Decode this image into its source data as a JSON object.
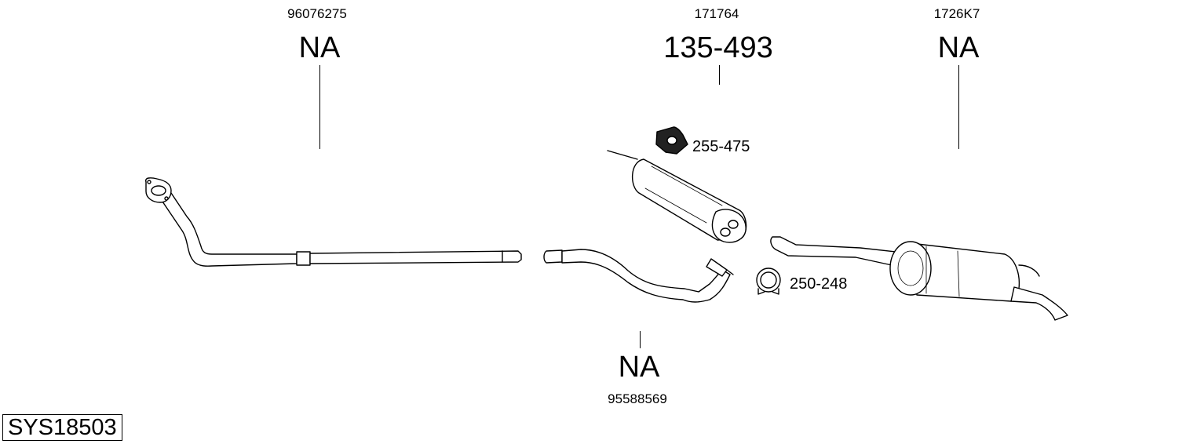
{
  "system_code": "SYS18503",
  "parts": {
    "front_pipe": {
      "oem_number": "96076275",
      "part_number": "NA"
    },
    "middle_box": {
      "oem_number": "171764",
      "part_number": "135-493"
    },
    "rear_box": {
      "oem_number": "1726K7",
      "part_number": "NA"
    },
    "middle_pipe": {
      "oem_number": "95588569",
      "part_number": "NA"
    },
    "gasket": {
      "part_number": "255-475"
    },
    "clamp": {
      "part_number": "250-248"
    }
  }
}
